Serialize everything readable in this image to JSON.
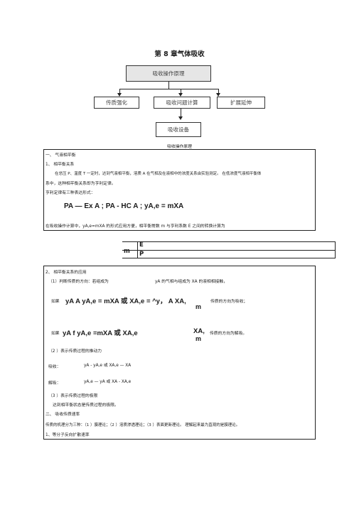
{
  "title": "第 8 章气体吸收",
  "flow": {
    "top": "吸收操作原理",
    "left": "传质强化",
    "center": "吸收问题计算",
    "right": "扩展延伸",
    "bottom": "吸收设备"
  },
  "section_caption": "吸收操作原理",
  "s1": {
    "heading": "一、 气液相平衡",
    "sub": "1、 相平衡关系",
    "p1": "在总压 P、温度 T 一定时，达到气液相平衡，溶质 A 在气相及在液相中的浓度关系由实验测定。 在低浓度气液相平衡体",
    "p2": "系中，这种相平衡关系即为亨利定律。",
    "p3": "亨利定律有三种表达形式：",
    "formula": "PA — Ex A ;  PA - HC A ;  yA,e = mXA",
    "p4": "在吸收操作计算中，yA,e=mXA 的形式应用方便，相平衡常数 m 与亨利系数 E 之间的转换计算为"
  },
  "eq": {
    "num": "E",
    "lhs": "m",
    "den": "P"
  },
  "s2": {
    "heading": "2、 相平衡关系的应用",
    "l1a": "（1）判断传质的方向：若组成为",
    "l1b": "yA 的气相与组成为 XA 的液相相接触，",
    "l2a": "如果",
    "l2f": "yA A yA,e = mXA 或 XA,e = ^y， A XA,",
    "l2b": "传质的方向为吸收；",
    "l2m": "m",
    "l3a": "如果",
    "l3f": "yA f yA,e =mXA 或 XA,e",
    "l3x": "XA,",
    "l3b": "传质的方向为解吸。",
    "l3m": "m",
    "l4": "（2 ）表示传质过程的推动力",
    "l5a": "吸收：",
    "l5f": "yA - yA,e 或 XA,e — XA",
    "l6a": "解吸：",
    "l6f": "yA,e — yA 或 XA - XA,e",
    "l7": "（3 ）表示传质过程的极限",
    "l8": "达到相平衡状态是传质过程的极限。",
    "l9": "二、 吸收传质速率",
    "l10": "传质的机理分为三种：（1 ）膜理论；（2 ）溶质渗透理论；（3 ）表面更新理论。 理解起来最为直观的是膜理论。",
    "l11": "1、等分子反向扩散速率"
  }
}
